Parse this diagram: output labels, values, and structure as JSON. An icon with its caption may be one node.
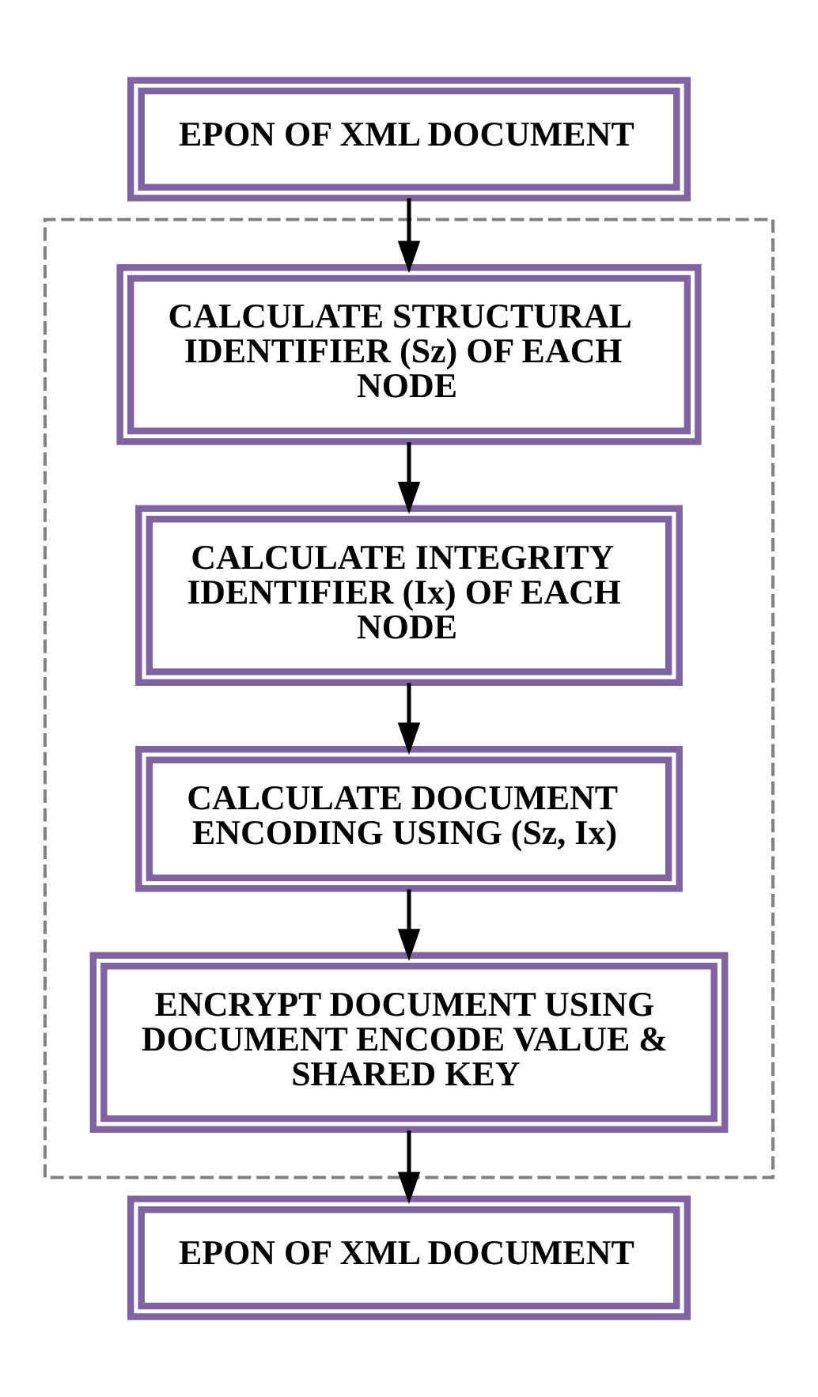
{
  "diagram": {
    "nodes": [
      {
        "text": [
          "EPON OF XML DOCUMENT"
        ]
      },
      {
        "text": [],
        "shape": "box"
      },
      {
        "text": [
          "CALCULATE STRUCTURAL IDENTIFIER (Sz) OF EACH NODE"
        ],
        "in": 1
      },
      {
        "text": [
          "CALCULATE INTEGRITY IDENTIFIER (Ix) OF EACH NODE"
        ],
        "in": 1
      },
      {
        "text": [
          "CALCULATE DOCUMENT ENCODING USING (Sz, Ix)"
        ],
        "in": 1
      },
      {
        "text": [
          "ENCRYPT DOCUMENT USING DOCUMENT ENCODE VALUE & SHARED KEY"
        ],
        "in": 1
      },
      {
        "text": [
          "EPON OF XML DOCUMENT"
        ]
      }
    ],
    "edges": [
      {
        "from": 0,
        "to": 2,
        "arrow": "to"
      },
      {
        "from": 2,
        "to": 3,
        "arrow": "to"
      },
      {
        "from": 3,
        "to": 4,
        "arrow": "to"
      },
      {
        "from": 4,
        "to": 5,
        "arrow": "to"
      },
      {
        "from": 5,
        "to": 6,
        "arrow": "to"
      }
    ]
  }
}
